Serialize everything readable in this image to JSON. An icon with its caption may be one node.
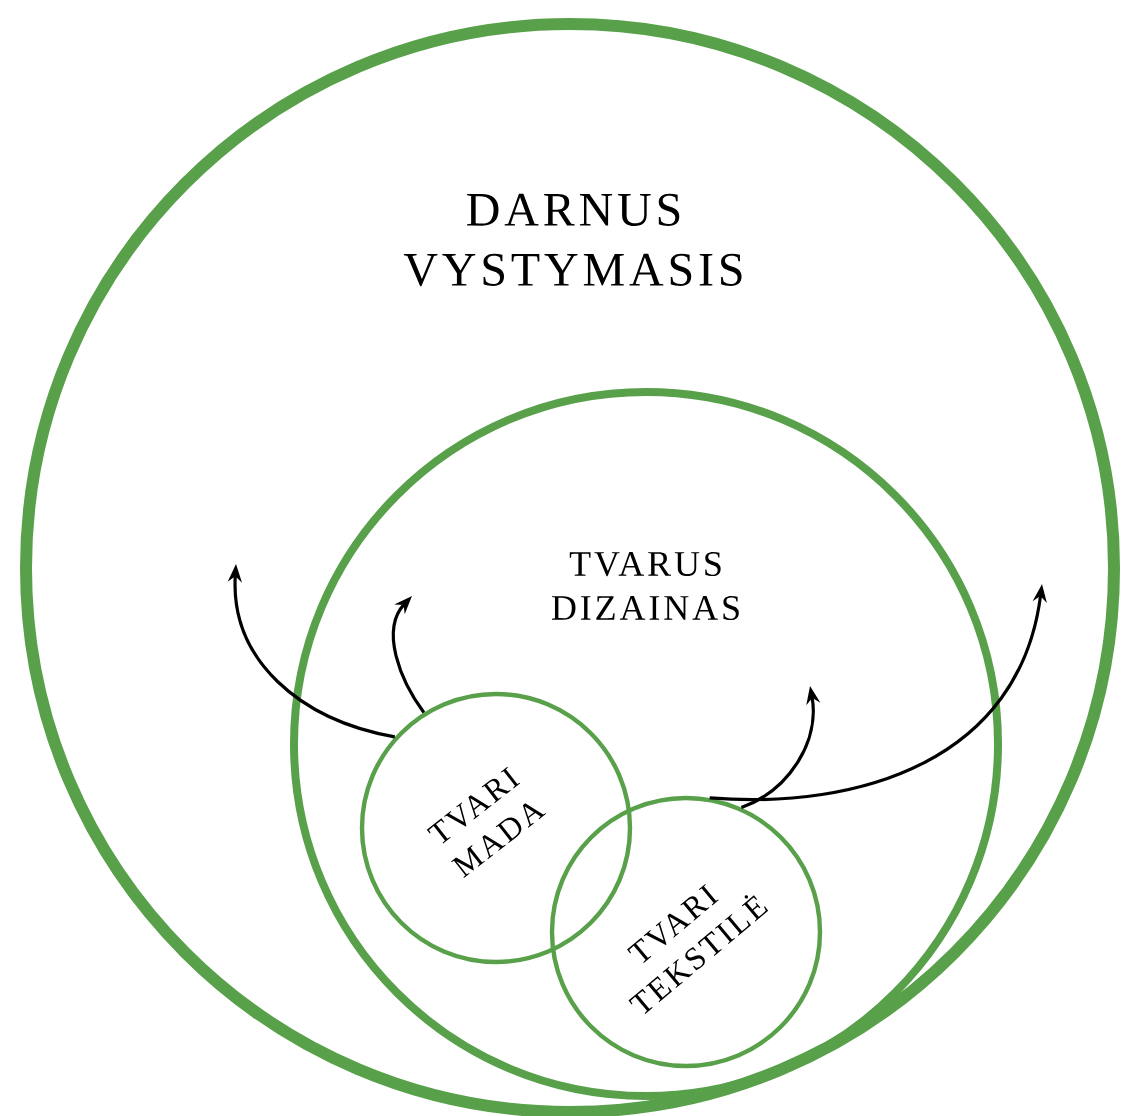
{
  "diagram": {
    "nodes": [
      {
        "text": [
          "DARNUS VYSTYMASIS"
        ]
      },
      {
        "text": [
          "TVARUS DIZAINAS"
        ],
        "in": 0
      },
      {
        "text": [
          "TVARI MADA"
        ],
        "in": 1
      },
      {
        "text": [
          "TVARI TEKSTILĖ"
        ],
        "in": 1
      }
    ],
    "edges": [
      {
        "from": 2,
        "to": null,
        "arrow": "to"
      },
      {
        "from": 2,
        "to": null,
        "arrow": "to"
      },
      {
        "from": 3,
        "to": null,
        "arrow": "to"
      },
      {
        "from": 3,
        "to": null,
        "arrow": "to"
      }
    ]
  }
}
